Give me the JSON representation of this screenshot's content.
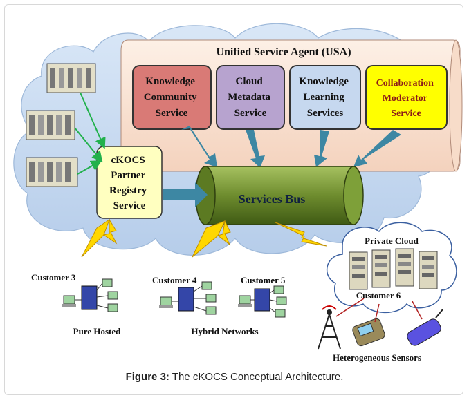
{
  "usa": {
    "title": "Unified Service Agent (USA)"
  },
  "services": [
    {
      "lines": [
        "Knowledge",
        "Community",
        "Service"
      ],
      "fill": "#d97a76"
    },
    {
      "lines": [
        "Cloud",
        "Metadata",
        "Service"
      ],
      "fill": "#b7a3cf"
    },
    {
      "lines": [
        "Knowledge",
        "Learning",
        "Services"
      ],
      "fill": "#c6d8ef"
    },
    {
      "lines": [
        "Collaboration",
        "Moderator",
        "Service"
      ],
      "fill": "#ffff00"
    }
  ],
  "registry": {
    "lines": [
      "cKOCS",
      "Partner",
      "Registry",
      "Service"
    ]
  },
  "bus": {
    "label": "Services Bus"
  },
  "customers": {
    "c3": "Customer 3",
    "c4": "Customer 4",
    "c5": "Customer 5",
    "c6": "Customer 6",
    "private_cloud": "Private Cloud",
    "pure_hosted": "Pure Hosted",
    "hybrid": "Hybrid Networks",
    "sensors": "Heterogeneous Sensors"
  },
  "caption": {
    "prefix": "Figure 3:",
    "text": " The cKOCS Conceptual Architecture."
  },
  "colors": {
    "cloud": "#c9dcf2",
    "usa_bg": "#fbe5d6",
    "bus": "#6e8c2e",
    "arrow": "#3d87a3",
    "lightning": "#ffd700",
    "green_link": "#22b14c"
  }
}
